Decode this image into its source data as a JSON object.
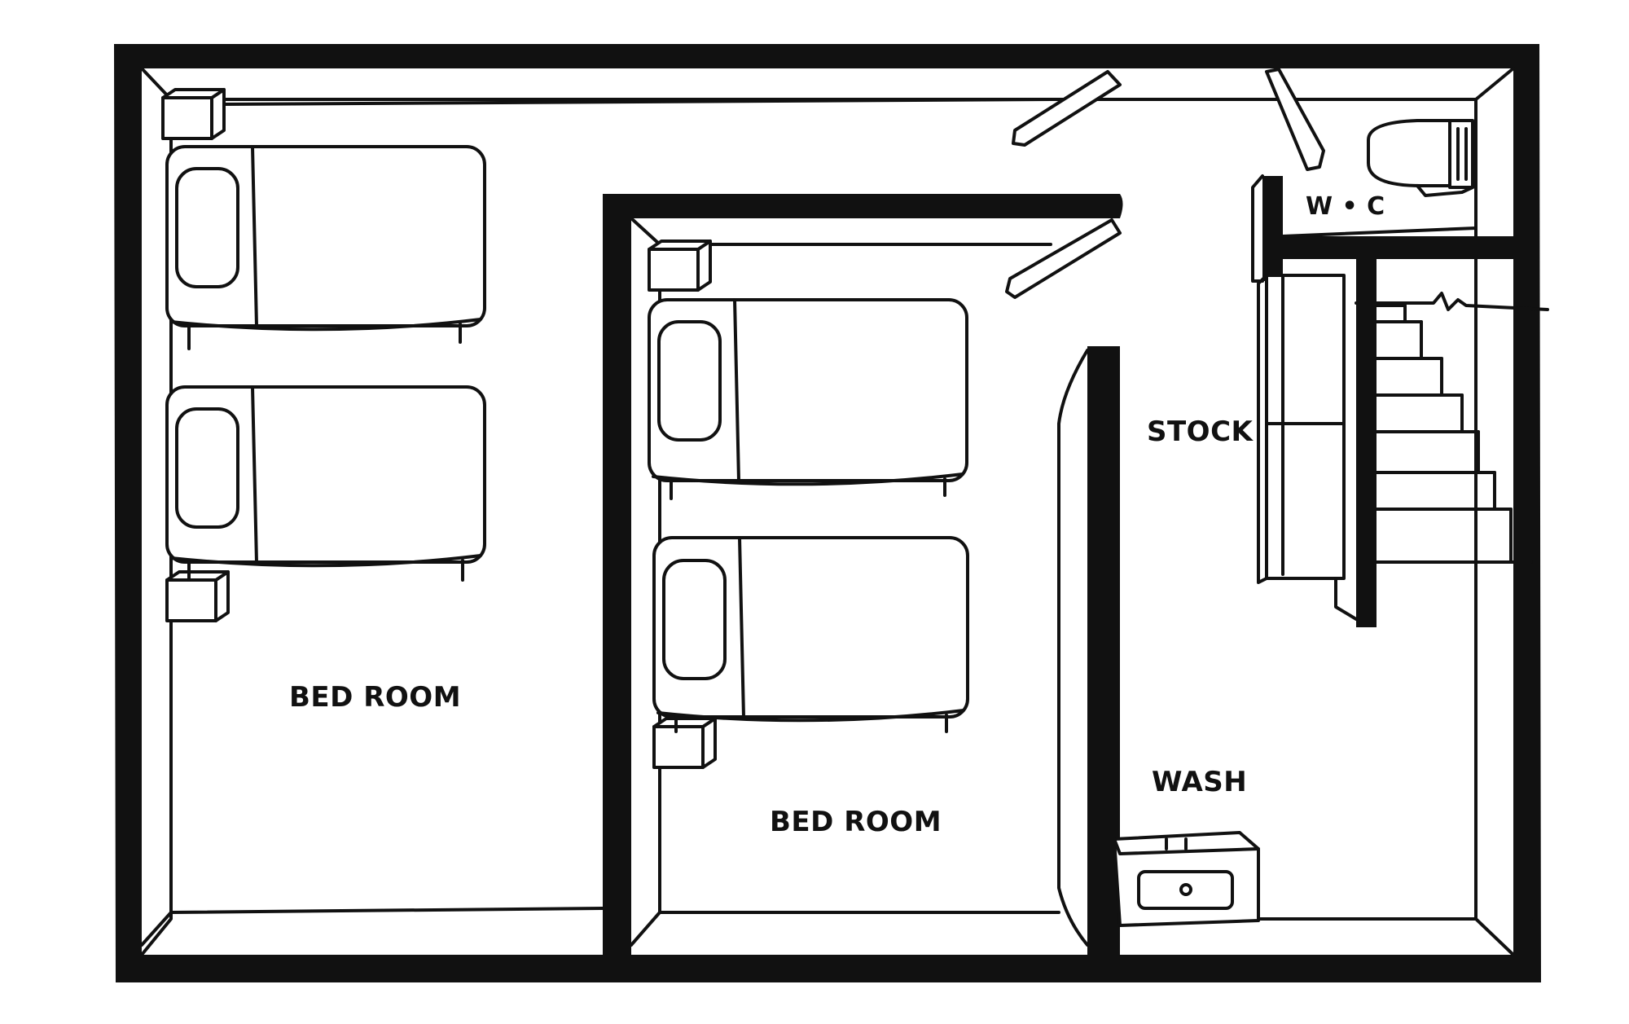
{
  "rooms": {
    "bedroom_left": "BED ROOM",
    "bedroom_center": "BED ROOM",
    "stock": "STOCK",
    "wash": "WASH",
    "wc": "W • C"
  },
  "colors": {
    "ink": "#111111",
    "paper": "#ffffff"
  }
}
